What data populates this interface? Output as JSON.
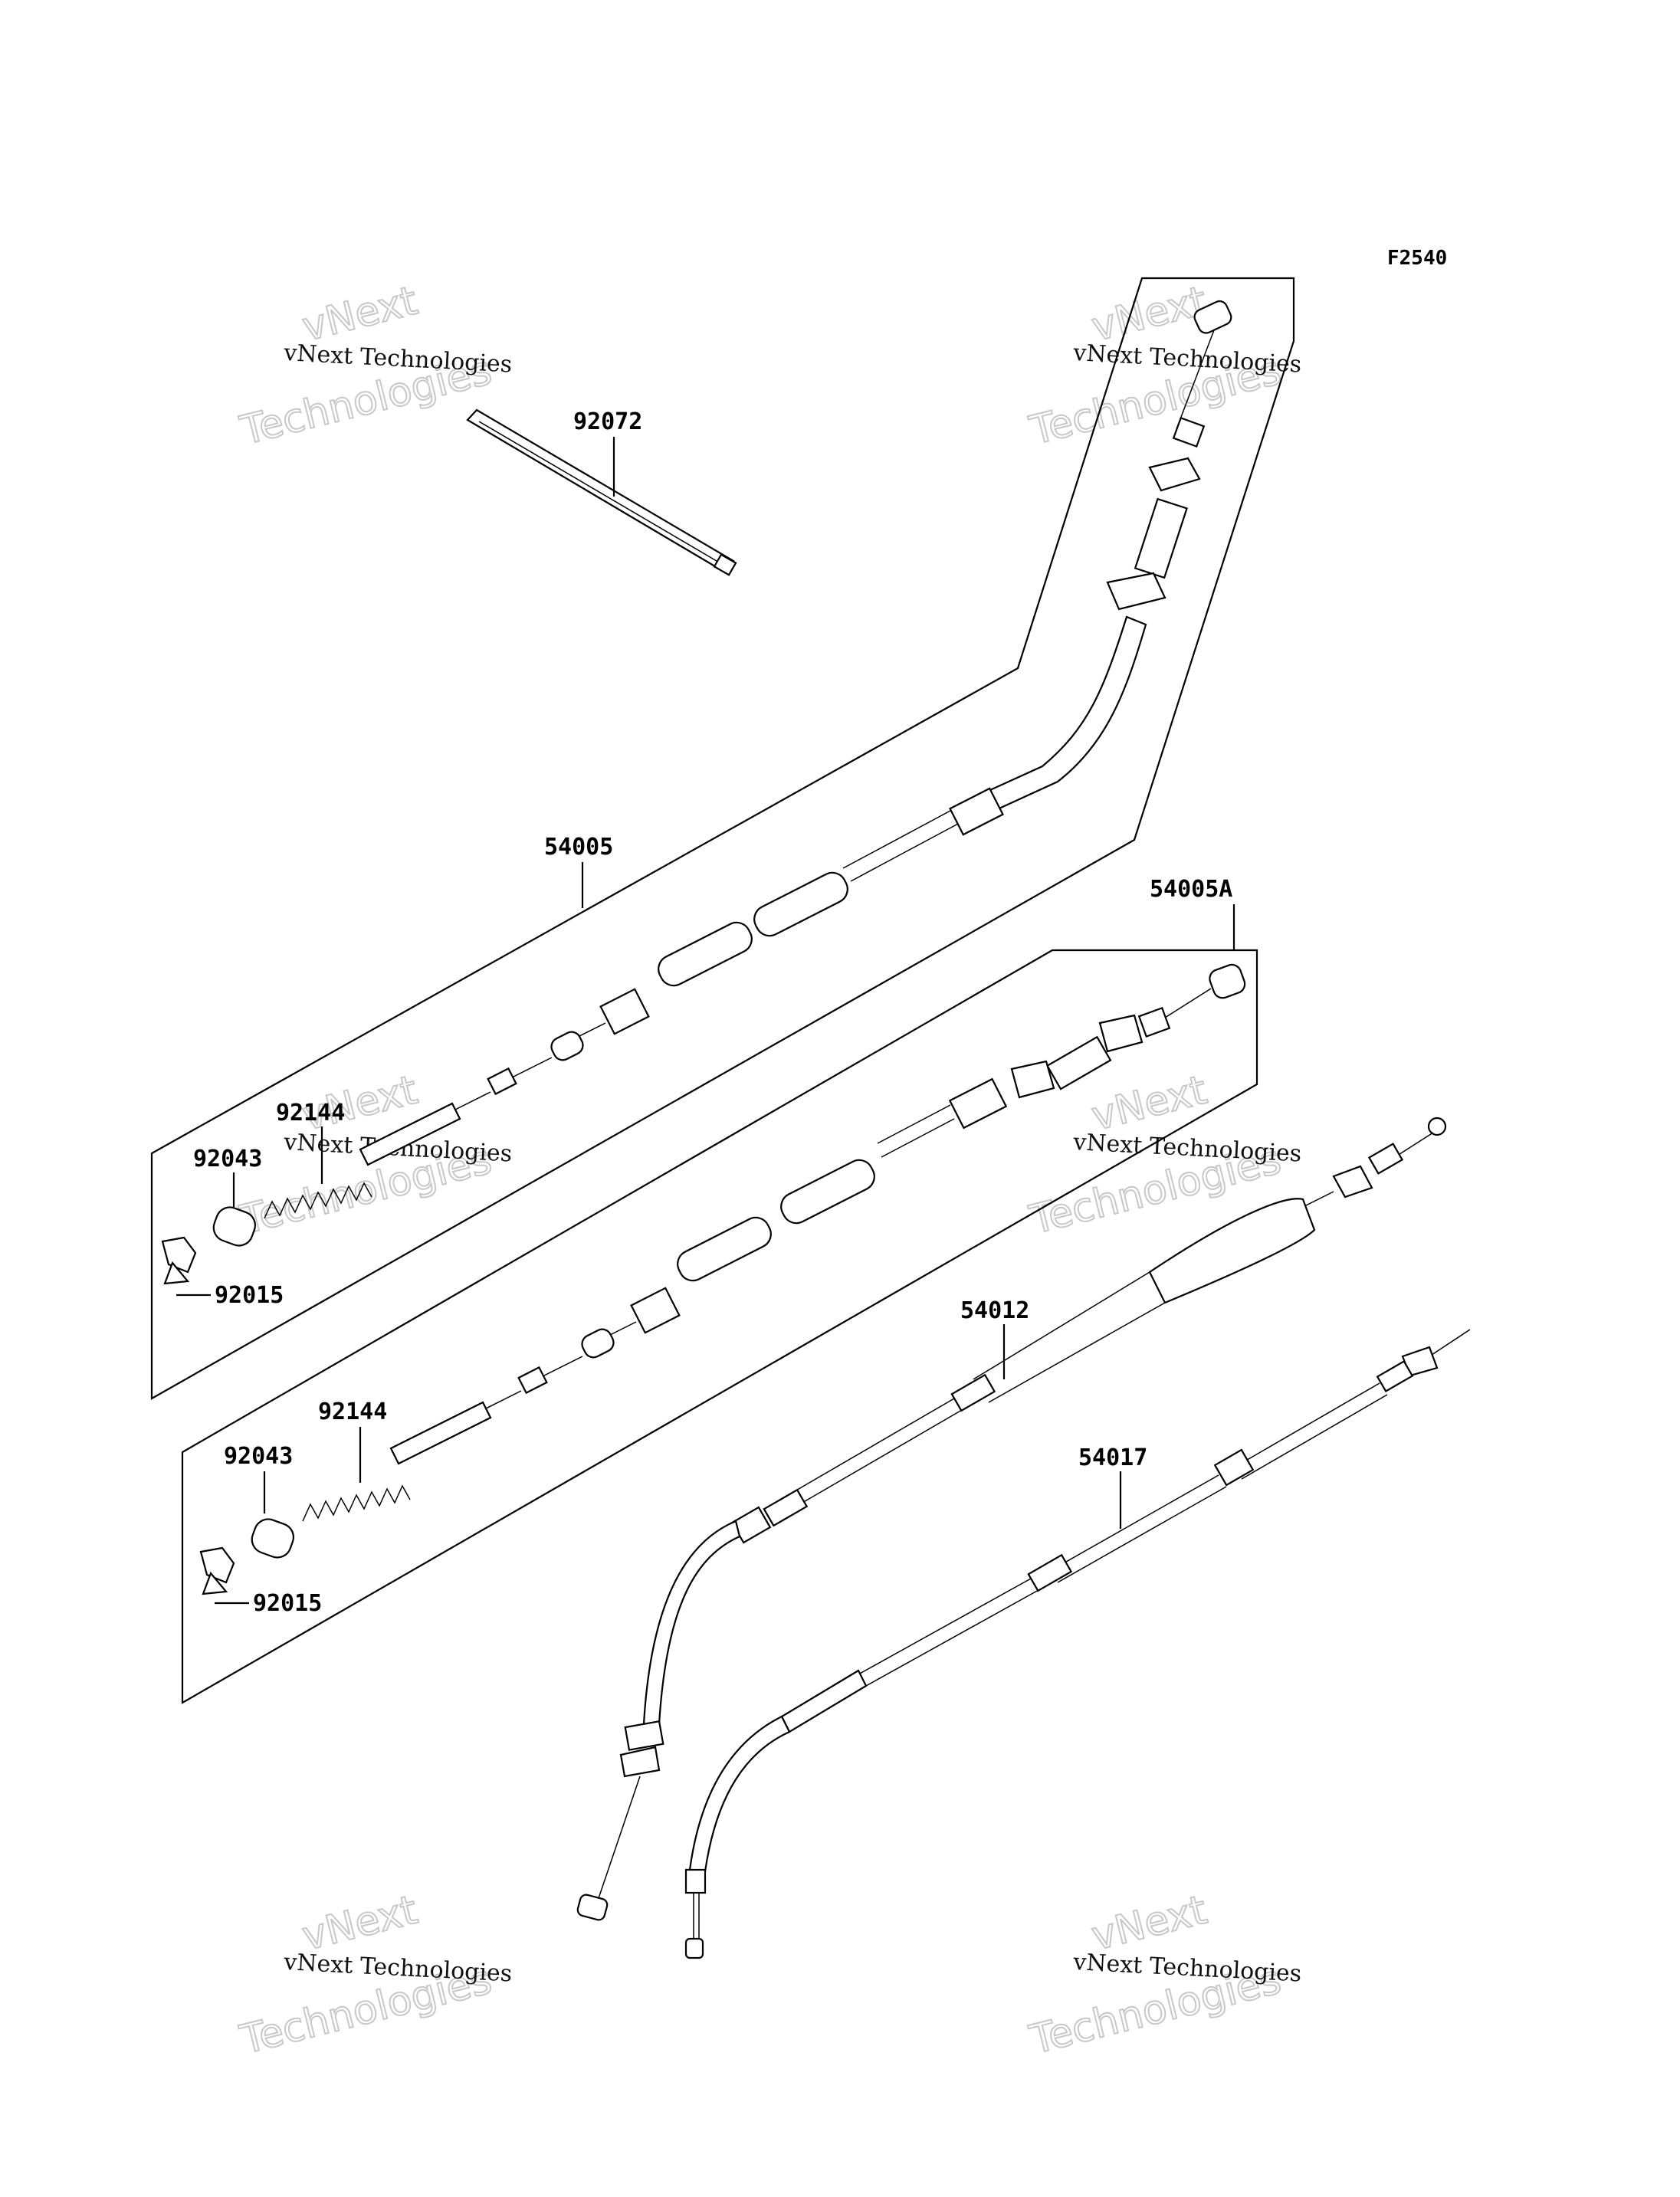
{
  "figure_code": "F2540",
  "watermark": {
    "line1": "vNext Technologies",
    "big_top": "vNext",
    "big_bottom": "Technologies"
  },
  "labels": {
    "p92072": "92072",
    "p54005": "54005",
    "p54005A": "54005A",
    "p92144_a": "92144",
    "p92043_a": "92043",
    "p92015_a": "92015",
    "p92144_b": "92144",
    "p92043_b": "92043",
    "p92015_b": "92015",
    "p54012": "54012",
    "p54017": "54017"
  }
}
